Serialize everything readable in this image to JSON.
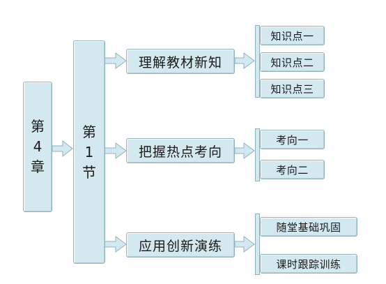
{
  "chapter": [
    "第",
    "4",
    "章"
  ],
  "section": [
    "第",
    "1",
    "节"
  ],
  "branches": [
    {
      "label": "理解教材新知",
      "items": [
        "知识点一",
        "知识点二",
        "知识点三"
      ]
    },
    {
      "label": "把握热点考向",
      "items": [
        "考向一",
        "考向二"
      ]
    },
    {
      "label": "应用创新演练",
      "items": [
        "随堂基础巩固",
        "课时跟踪训练"
      ]
    }
  ]
}
